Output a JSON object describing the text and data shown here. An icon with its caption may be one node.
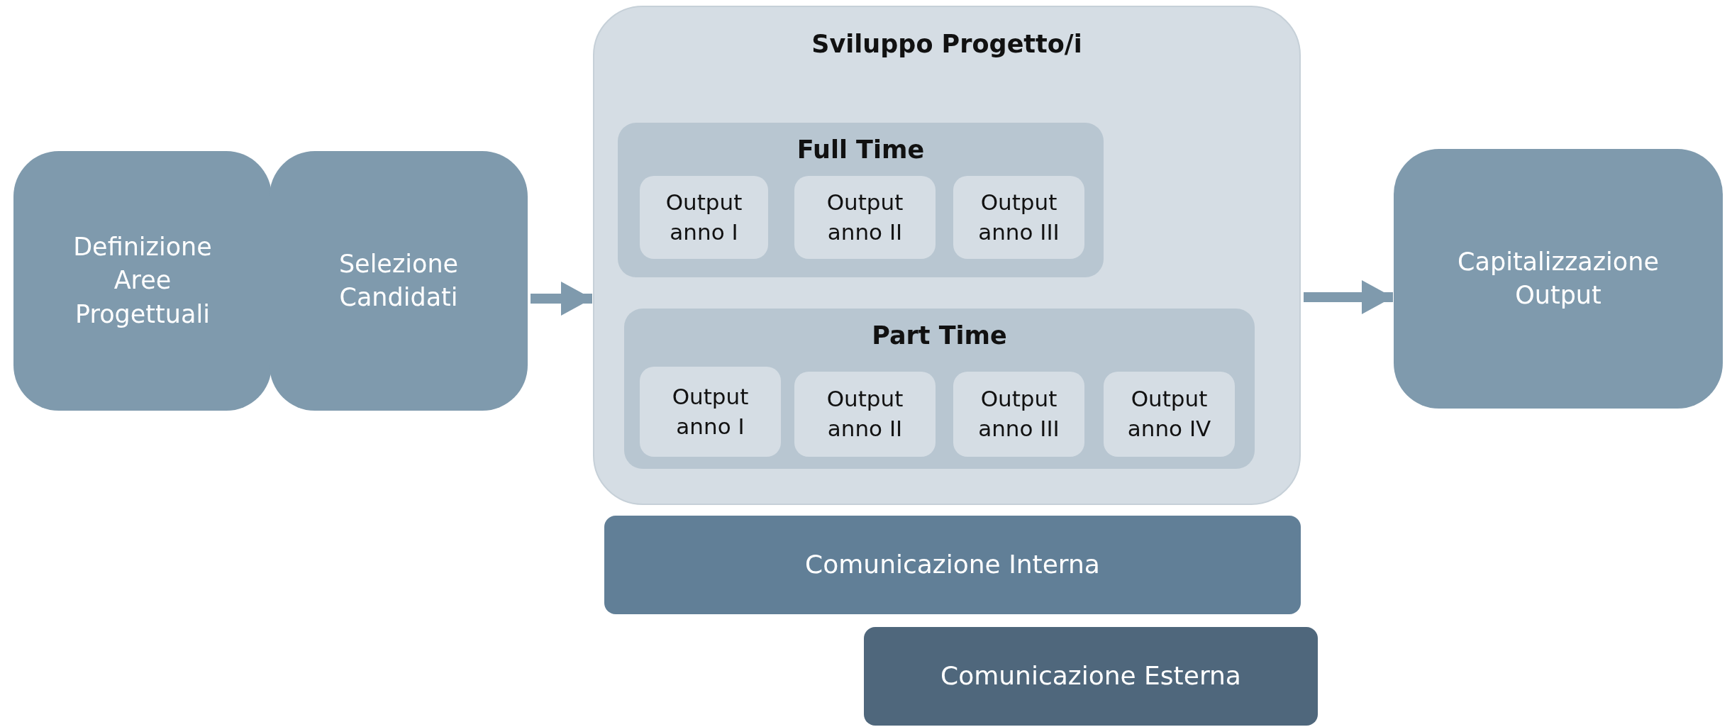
{
  "diagram": {
    "nodes": [
      {
        "text": [
          "Definizione Aree Progettuali"
        ]
      },
      {
        "text": [
          "Selezione Candidati"
        ]
      },
      {
        "text": [
          "Sviluppo Progetto/i"
        ]
      },
      {
        "text": [
          "Full Time"
        ],
        "in": 2
      },
      {
        "text": [
          "Output anno I"
        ],
        "in": 3
      },
      {
        "text": [
          "Output anno II"
        ],
        "in": 3
      },
      {
        "text": [
          "Output anno III"
        ],
        "in": 3
      },
      {
        "text": [
          "Part Time"
        ],
        "in": 2
      },
      {
        "text": [
          "Output anno I"
        ],
        "in": 7
      },
      {
        "text": [
          "Output anno II"
        ],
        "in": 7
      },
      {
        "text": [
          "Output anno III"
        ],
        "in": 7
      },
      {
        "text": [
          "Output anno IV"
        ],
        "in": 7
      },
      {
        "text": [
          "Capitalizzazione Output"
        ]
      },
      {
        "text": [
          "Comunicazione Interna"
        ]
      },
      {
        "text": [
          "Comunicazione Esterna"
        ]
      }
    ],
    "edges": [
      {
        "from": 1,
        "to": 2,
        "arrow": "to"
      },
      {
        "from": 2,
        "to": 12,
        "arrow": "to"
      }
    ]
  }
}
